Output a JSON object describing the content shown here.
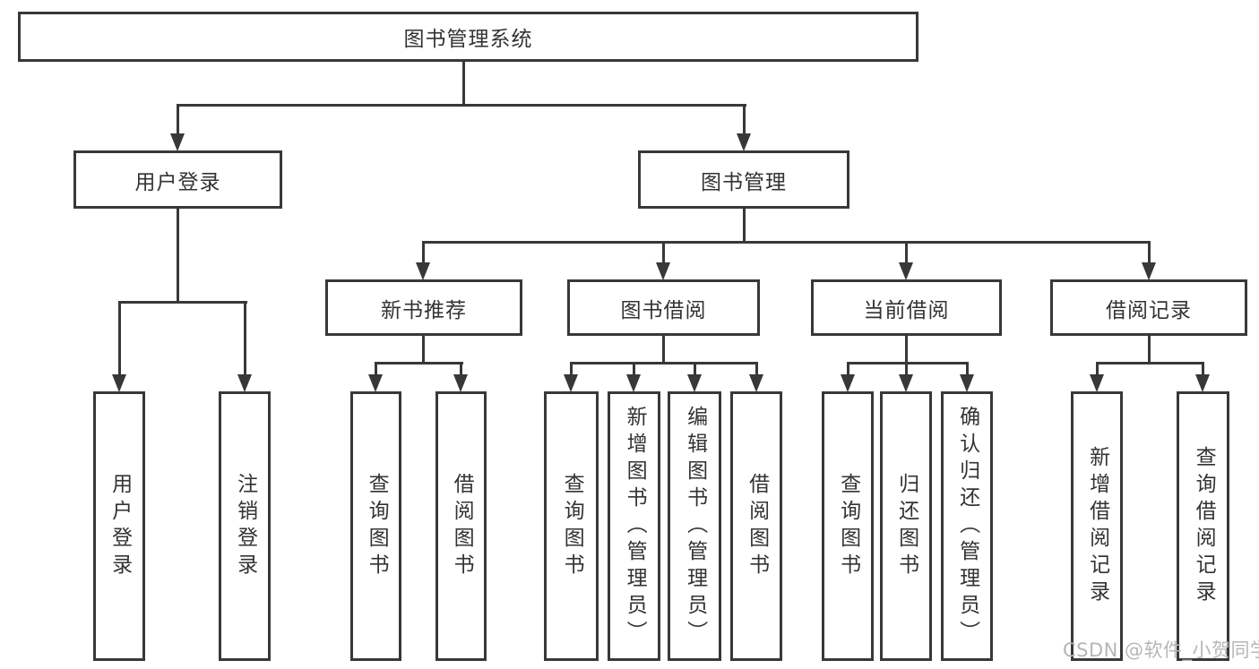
{
  "diagram": {
    "title": "图书管理系统",
    "type": "function-structure-tree"
  },
  "nodes": {
    "root": {
      "label": "图书管理系统"
    },
    "user_login": {
      "label": "用户登录"
    },
    "book_mgmt": {
      "label": "图书管理"
    },
    "new_book_rec": {
      "label": "新书推荐"
    },
    "book_borrow": {
      "label": "图书借阅"
    },
    "current_borrow": {
      "label": "当前借阅"
    },
    "borrow_record": {
      "label": "借阅记录"
    },
    "leaf_user_login": {
      "label": "用户登录"
    },
    "leaf_logout": {
      "label": "注销登录"
    },
    "leaf_query_book_1": {
      "label": "查询图书"
    },
    "leaf_borrow_book_1": {
      "label": "借阅图书"
    },
    "leaf_query_book_2": {
      "label": "查询图书"
    },
    "leaf_add_book": {
      "label": "新增图书（管理员）"
    },
    "leaf_edit_book": {
      "label": "编辑图书（管理员）"
    },
    "leaf_borrow_book_2": {
      "label": "借阅图书"
    },
    "leaf_query_book_3": {
      "label": "查询图书"
    },
    "leaf_return_book": {
      "label": "归还图书"
    },
    "leaf_confirm_return": {
      "label": "确认归还（管理员）"
    },
    "leaf_add_record": {
      "label": "新增借阅记录"
    },
    "leaf_query_record": {
      "label": "查询借阅记录"
    }
  },
  "hierarchy": {
    "图书管理系统": [
      "用户登录",
      "图书管理"
    ],
    "用户登录": [
      "用户登录",
      "注销登录"
    ],
    "图书管理": [
      "新书推荐",
      "图书借阅",
      "当前借阅",
      "借阅记录"
    ],
    "新书推荐": [
      "查询图书",
      "借阅图书"
    ],
    "图书借阅": [
      "查询图书",
      "新增图书（管理员）",
      "编辑图书（管理员）",
      "借阅图书"
    ],
    "当前借阅": [
      "查询图书",
      "归还图书",
      "确认归还（管理员）"
    ],
    "借阅记录": [
      "新增借阅记录",
      "查询借阅记录"
    ]
  },
  "watermark": {
    "text": "CSDN @软件_小贺同学"
  },
  "colors": {
    "line": "#383838",
    "text": "#333333",
    "background": "#ffffff",
    "watermark": "#b6b6b6"
  }
}
